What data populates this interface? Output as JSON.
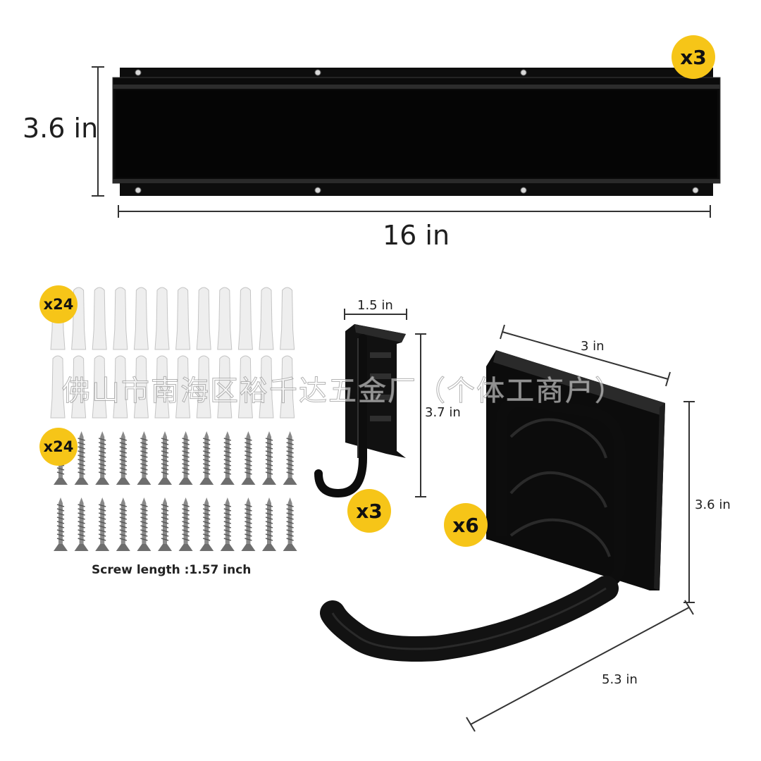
{
  "rail": {
    "height_label": "3.6 in",
    "width_label": "16 in",
    "quantity": "x3"
  },
  "anchors": {
    "quantity": "x24"
  },
  "screws": {
    "quantity": "x24",
    "length_label": "Screw length :1.57 inch"
  },
  "small_hook": {
    "width_label": "1.5 in",
    "height_label": "3.7 in",
    "quantity": "x3"
  },
  "large_hook": {
    "width_label": "3 in",
    "height_label": "3.6 in",
    "depth_label": "5.3 in",
    "quantity": "x6"
  },
  "watermark": "佛山市南海区裕千达五金厂（个体工商户）",
  "colors": {
    "badge": "#f6c518",
    "metal": "#0d0d0d",
    "anchor": "#ececec",
    "screw": "#7a7a7a"
  }
}
